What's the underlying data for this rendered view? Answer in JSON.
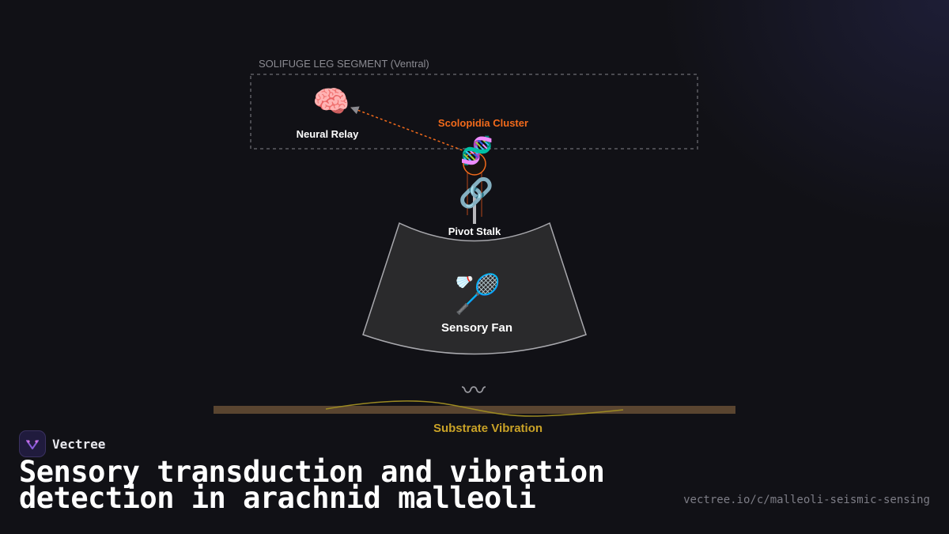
{
  "diagram": {
    "segment_label": "SOLIFUGE LEG SEGMENT (Ventral)",
    "nodes": {
      "neural_relay": {
        "label": "Neural Relay",
        "icon": "brain-icon",
        "glyph": "🧠"
      },
      "scolopidia": {
        "label": "Scolopidia Cluster",
        "icon": "dna-icon",
        "glyph": "🧬"
      },
      "pivot_stalk": {
        "label": "Pivot Stalk",
        "icon": "link-icon",
        "glyph": "🔗"
      },
      "sensory_fan": {
        "label": "Sensory Fan",
        "icon": "badminton-icon",
        "glyph": "🏸"
      },
      "substrate": {
        "label": "Substrate Vibration",
        "icon": "wavy-dash-icon",
        "glyph": "〰"
      }
    }
  },
  "brand": {
    "name": "Vectree"
  },
  "title": "Sensory transduction and vibration detection in arachnid malleoli",
  "url": "vectree.io/c/malleoli-seismic-sensing",
  "colors": {
    "background": "#111116",
    "accent_orange": "#f26a1b",
    "substrate_gold": "#c9a227",
    "substrate_brown": "#5a4530",
    "fan_fill": "#2a2a2c",
    "box_dash": "#4a4a50"
  }
}
